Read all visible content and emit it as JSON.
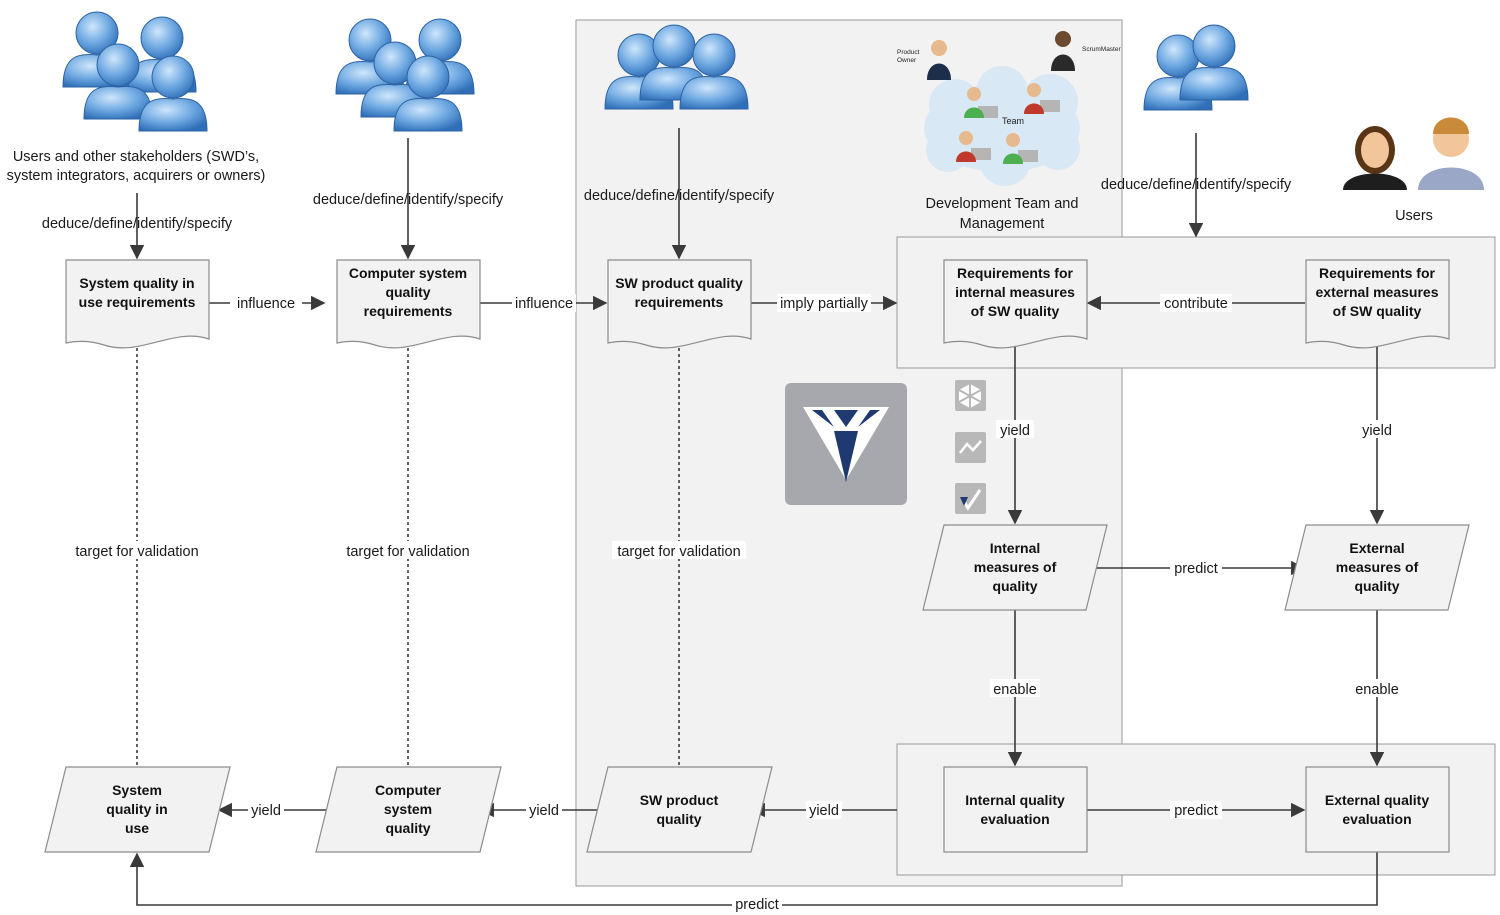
{
  "groups": {
    "stakeholders": "Users and other stakeholders (SWD’s,",
    "stakeholders2": "system integrators, acquirers or owners)",
    "devteam": "Development Team and",
    "devteam2": "Management",
    "users": "Users",
    "product_owner": "Product",
    "product_owner2": "Owner",
    "scrum_master": "ScrumMaster",
    "team": "Team"
  },
  "nodes": {
    "sys_use_req": [
      "System quality in",
      "use requirements"
    ],
    "comp_req": [
      "Computer system",
      "quality",
      "requirements"
    ],
    "sw_req": [
      "SW product quality",
      "requirements"
    ],
    "int_req": [
      "Requirements for",
      "internal measures",
      "of SW quality"
    ],
    "ext_req": [
      "Requirements for",
      "external measures",
      "of SW quality"
    ],
    "int_meas": [
      "Internal",
      "measures of",
      "quality"
    ],
    "ext_meas": [
      "External",
      "measures of",
      "quality"
    ],
    "sys_use": [
      "System",
      "quality in",
      "use"
    ],
    "comp_q": [
      "Computer",
      "system",
      "quality"
    ],
    "sw_q": [
      "SW product",
      "quality"
    ],
    "int_eval": [
      "Internal quality",
      "evaluation"
    ],
    "ext_eval": [
      "External quality",
      "evaluation"
    ]
  },
  "edges": {
    "deduce": "deduce/define/identify/specify",
    "influence": "influence",
    "imply": "imply partially",
    "contribute": "contribute",
    "yield": "yield",
    "predict": "predict",
    "enable": "enable",
    "target": "target for validation"
  },
  "colors": {
    "people_blue": "#5b9bd5",
    "cloud": "#d9e8f5",
    "node_fill": "#f2f2f2",
    "panel_fill": "#f2f2f2",
    "logo_bg": "#a6a8ad",
    "logo_mark": "#1f3a70"
  },
  "icons": [
    "people-group-icon",
    "scrum-team-cloud-icon",
    "users-icon",
    "diamond-logo-icon",
    "star-tool-icon",
    "chart-tool-icon",
    "check-tool-icon"
  ]
}
